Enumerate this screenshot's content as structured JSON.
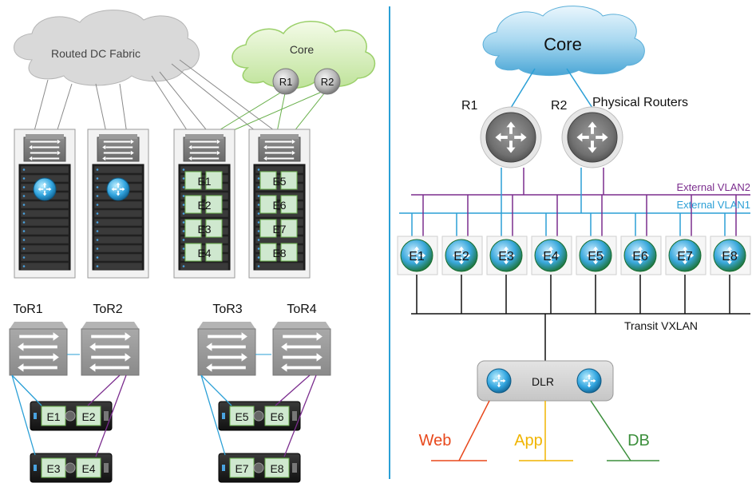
{
  "left": {
    "fabric_label": "Routed DC Fabric",
    "core_label": "Core",
    "routers": [
      "R1",
      "R2"
    ],
    "rack3_edges": [
      "E1",
      "E2",
      "E3",
      "E4"
    ],
    "rack4_edges": [
      "E5",
      "E6",
      "E7",
      "E8"
    ],
    "tors": [
      "ToR1",
      "ToR2",
      "ToR3",
      "ToR4"
    ],
    "blade_edges": [
      [
        "E1",
        "E2"
      ],
      [
        "E3",
        "E4"
      ],
      [
        "E5",
        "E6"
      ],
      [
        "E7",
        "E8"
      ]
    ]
  },
  "right": {
    "core_label": "Core",
    "r1": "R1",
    "r2": "R2",
    "physical_routers": "Physical Routers",
    "vlan2": "External VLAN2",
    "vlan1": "External VLAN1",
    "edges": [
      "E1",
      "E2",
      "E3",
      "E4",
      "E5",
      "E6",
      "E7",
      "E8"
    ],
    "transit": "Transit VXLAN",
    "dlr": "DLR",
    "web": "Web",
    "app": "App",
    "db": "DB"
  },
  "colors": {
    "divider": "#2a9fd6",
    "vlan1": "#2a9fd6",
    "vlan2": "#7b2d8e",
    "green_link": "#6ab04c",
    "web": "#e8481c",
    "app": "#f0b400",
    "db": "#3c8f3c"
  }
}
